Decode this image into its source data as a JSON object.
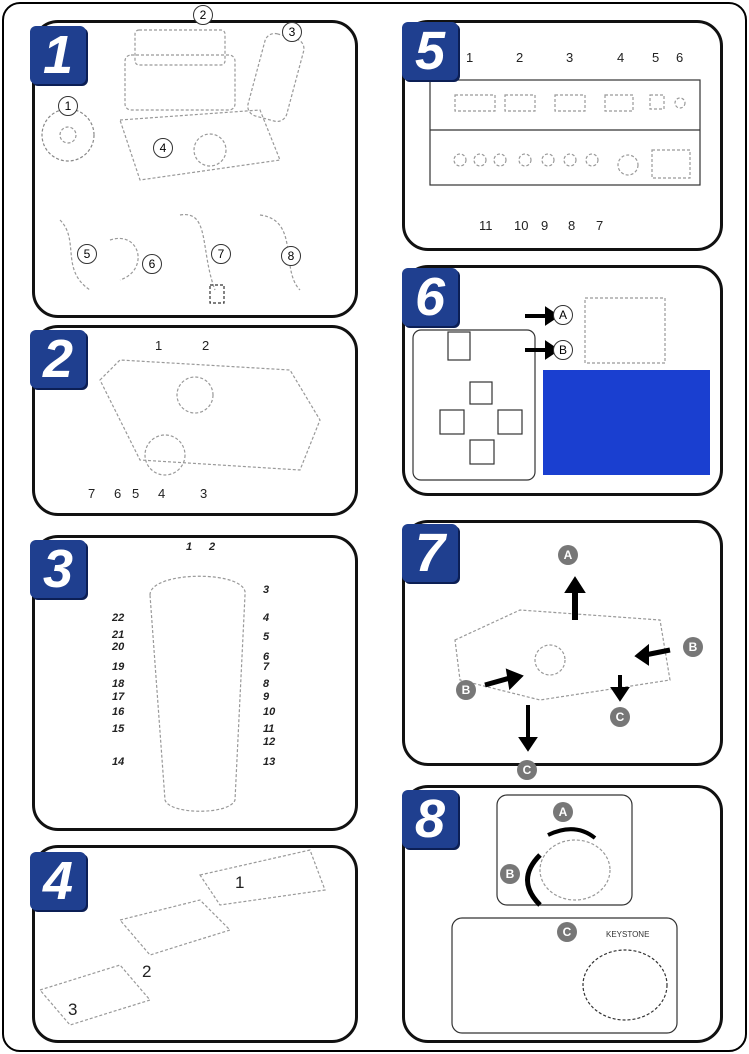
{
  "page": {
    "accent_color": "#1f3f8f"
  },
  "panels": [
    {
      "number": "1",
      "callouts": [
        "1",
        "2",
        "3",
        "4",
        "5",
        "6",
        "7",
        "8"
      ]
    },
    {
      "number": "2",
      "callouts": [
        "1",
        "2",
        "3",
        "4",
        "5",
        "6",
        "7"
      ]
    },
    {
      "number": "3",
      "callouts": [
        "1",
        "2",
        "3",
        "4",
        "5",
        "6",
        "7",
        "8",
        "9",
        "10",
        "11",
        "12",
        "13",
        "14",
        "15",
        "16",
        "17",
        "18",
        "19",
        "20",
        "21",
        "22"
      ]
    },
    {
      "number": "4",
      "callouts": [
        "1",
        "2",
        "3"
      ]
    },
    {
      "number": "5",
      "callouts": [
        "1",
        "2",
        "3",
        "4",
        "5",
        "6",
        "7",
        "8",
        "9",
        "10",
        "11"
      ]
    },
    {
      "number": "6",
      "callouts": [
        "A",
        "B"
      ]
    },
    {
      "number": "7",
      "callouts": [
        "A",
        "B",
        "B",
        "C",
        "C"
      ]
    },
    {
      "number": "8",
      "callouts": [
        "A",
        "B",
        "C"
      ],
      "text": "KEYSTONE"
    }
  ]
}
